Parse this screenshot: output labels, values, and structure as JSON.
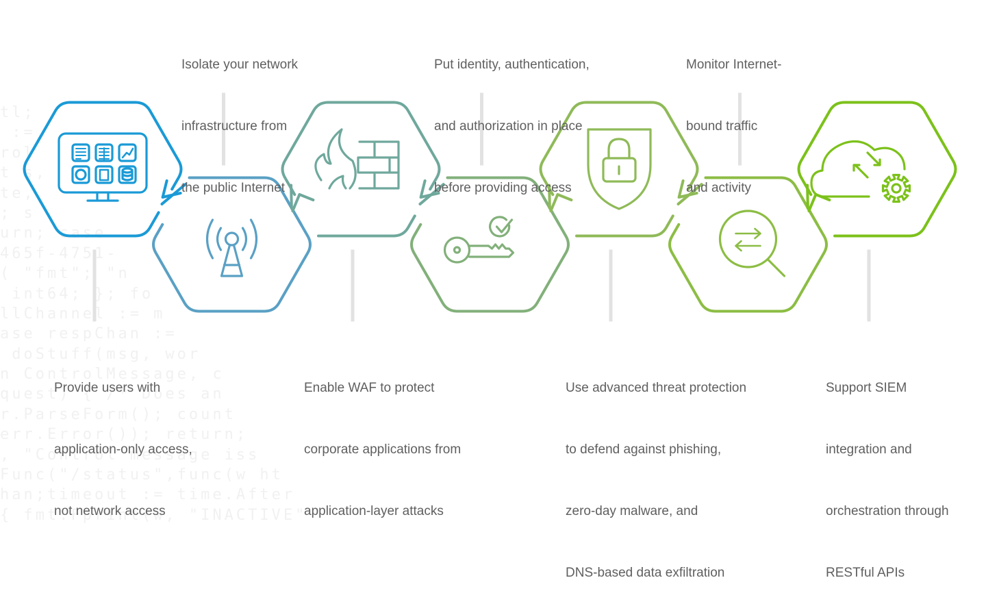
{
  "background_code": [
    "tl;",
    " :=",
    "rol",
    "t s,",
    "te, ",
    "; s",
    "urn; case",
    "465f-4751-",
    "( \"fmt\"; \"n",
    " int64; }; fo",
    "llChannel := m",
    "ase respChan :=",
    " doStuff(msg, wor",
    "n ControlMessage, c",
    "quest) { /* Does an",
    "r.ParseForm(); count",
    "err.Error()); return;",
    ", \"Control message iss",
    "Func(\"/status\",func(w ht",
    "han;timeout := time.After",
    "{ fmt.Fprint(w, \"INACTIVE\""
  ],
  "steps": [
    {
      "id": "app-access",
      "icon": "monitor-dashboard-icon",
      "color": "#1a9ad6",
      "position": "up",
      "caption": [
        "Provide users with",
        "application-only access,",
        "not network access"
      ],
      "caption_side": "bottom"
    },
    {
      "id": "network-isolation",
      "icon": "antenna-tower-icon",
      "color": "#5aa0c4",
      "position": "down",
      "caption": [
        "Isolate your network",
        "infrastructure from",
        "the public Internet"
      ],
      "caption_side": "top"
    },
    {
      "id": "waf",
      "icon": "firewall-icon",
      "color": "#6fa89c",
      "position": "up",
      "caption": [
        "Enable WAF to protect",
        "corporate applications from",
        "application-layer attacks"
      ],
      "caption_side": "bottom"
    },
    {
      "id": "identity",
      "icon": "key-check-icon",
      "color": "#82b07a",
      "position": "down",
      "caption": [
        "Put identity, authentication,",
        "and authorization in place",
        "before providing access"
      ],
      "caption_side": "top"
    },
    {
      "id": "threat-protection",
      "icon": "shield-lock-icon",
      "color": "#8fba58",
      "position": "up",
      "caption": [
        "Use advanced threat protection",
        "to defend against phishing,",
        "zero-day malware, and",
        "DNS-based data exfiltration"
      ],
      "caption_side": "bottom"
    },
    {
      "id": "monitoring",
      "icon": "traffic-search-icon",
      "color": "#8cbd44",
      "position": "down",
      "caption": [
        "Monitor Internet-",
        "bound traffic",
        "and activity"
      ],
      "caption_side": "top"
    },
    {
      "id": "siem",
      "icon": "cloud-sync-gear-icon",
      "color": "#7cc11a",
      "position": "up",
      "caption": [
        "Support SIEM",
        "integration and",
        "orchestration through",
        "RESTful APIs"
      ],
      "caption_side": "bottom"
    }
  ],
  "connector_color": "#e2e2e2"
}
